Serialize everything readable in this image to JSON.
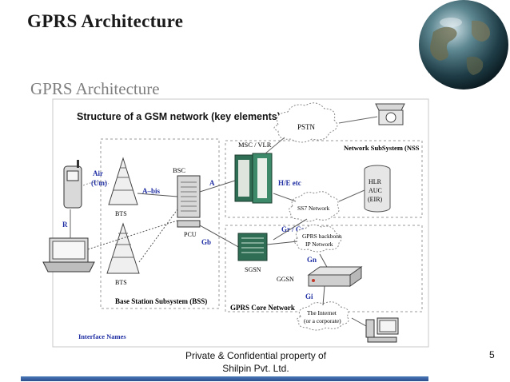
{
  "slide": {
    "title": "GPRS Architecture",
    "footer_line1": "Private & Confidential property of",
    "footer_line2": "Shilpin Pvt. Ltd.",
    "page_number": "5"
  },
  "diagram": {
    "embedded_title": "GPRS Architecture",
    "heading": "Structure of a GSM network (key elements)",
    "nodes": {
      "pstn": "PSTN",
      "msc_vlr": "MSC / VLR",
      "nss": "Network SubSystem (NSS",
      "bsc": "BSC",
      "pcu": "PCU",
      "bts1": "BTS",
      "bts2": "BTS",
      "hlr": "HLR",
      "auc": "AUC",
      "eir": "(EIR)",
      "ss7": "SS7 Network",
      "sgsn": "SGSN",
      "ggsn": "GGSN",
      "gprs_backbone_1": "GPRS backbone",
      "gprs_backbone_2": "IP Network",
      "internet_1": "The Internet",
      "internet_2": "(or a corporate)",
      "bss": "Base Station Subsystem (BSS)",
      "gprs_core": "GPRS Core Network"
    },
    "interfaces": {
      "air_1": "Air",
      "air_2": "(Um)",
      "abis": "A–bis",
      "a": "A",
      "he": "H/E etc",
      "r": "R",
      "gb": "Gb",
      "grgs": "Gr / Gs",
      "gn": "Gn",
      "gi": "Gi",
      "interface_names": "Interface Names"
    }
  },
  "colors": {
    "interface_label": "#1f2ea3",
    "footer_bar": "#2b4f8c",
    "equipment_green": "#2f6e55"
  }
}
